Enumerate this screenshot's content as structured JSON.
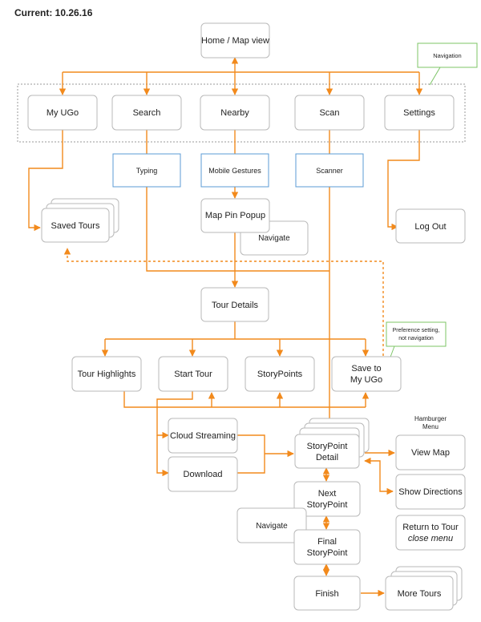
{
  "header": {
    "current": "Current: 10.26.16"
  },
  "nodes": {
    "home": "Home / Map view",
    "my_ugo": "My UGo",
    "search": "Search",
    "nearby": "Nearby",
    "scan": "Scan",
    "settings": "Settings",
    "typing": "Typing",
    "mobile_gestures": "Mobile Gestures",
    "scanner": "Scanner",
    "saved_tours": "Saved Tours",
    "map_pin_popup": "Map Pin Popup",
    "navigate_1": "Navigate",
    "log_out": "Log Out",
    "tour_details": "Tour Details",
    "tour_highlights": "Tour Highlights",
    "start_tour": "Start Tour",
    "storypoints": "StoryPoints",
    "save_to_my_ugo_1": "Save to",
    "save_to_my_ugo_2": "My UGo",
    "cloud_streaming": "Cloud Streaming",
    "download": "Download",
    "storypoint_detail_1": "StoryPoint",
    "storypoint_detail_2": "Detail",
    "view_map": "View Map",
    "show_directions": "Show Directions",
    "next_storypoint_1": "Next",
    "next_storypoint_2": "StoryPoint",
    "navigate_2": "Navigate",
    "return_to_tour_1": "Return to Tour",
    "return_to_tour_2": "close menu",
    "final_storypoint_1": "Final",
    "final_storypoint_2": "StoryPoint",
    "finish": "Finish",
    "more_tours": "More Tours"
  },
  "notes": {
    "navigation": "Navigation",
    "preference_1": "Preference setting,",
    "preference_2": "not navigation",
    "hamburger_1": "Hamburger",
    "hamburger_2": "Menu"
  },
  "colors": {
    "flow": "#f28a1c",
    "box_border": "#b9b9b9",
    "interaction_border": "#5b9bd5",
    "note_border": "#7cc466"
  }
}
